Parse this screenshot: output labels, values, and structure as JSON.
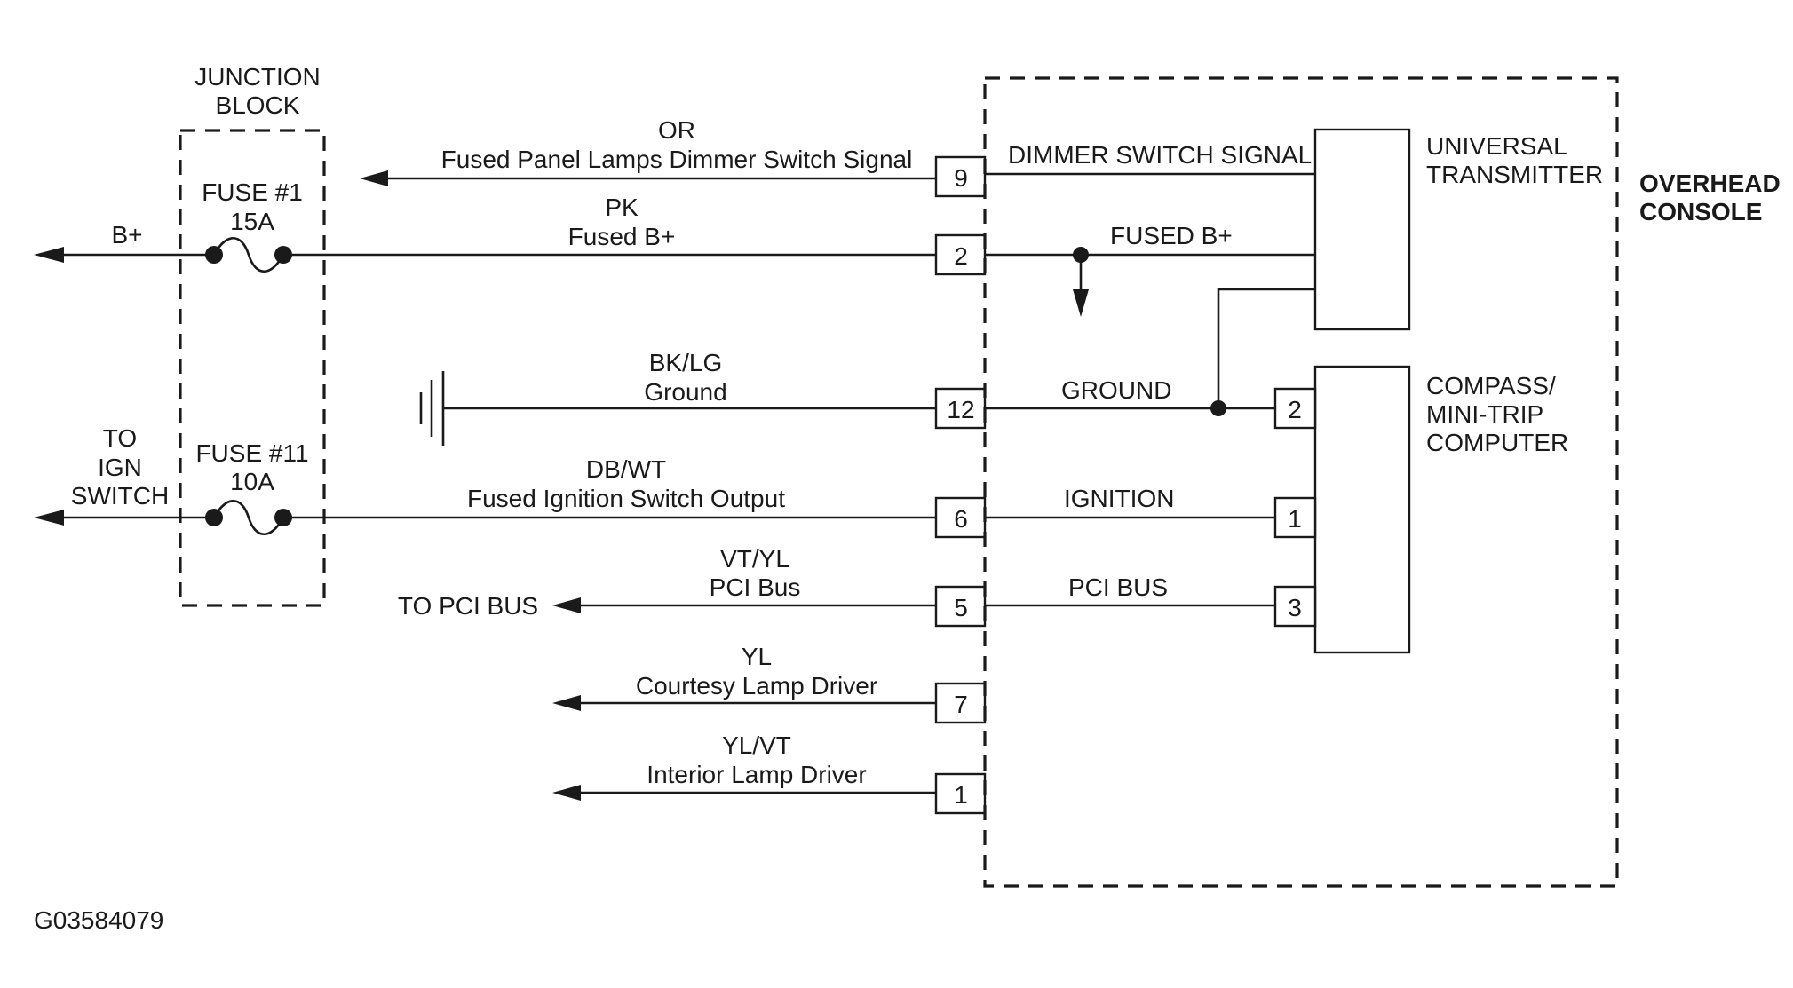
{
  "junction_block": {
    "title_line1": "JUNCTION",
    "title_line2": "BLOCK",
    "fuse1_name": "FUSE #1",
    "fuse1_rating": "15A",
    "fuse11_name": "FUSE #11",
    "fuse11_rating": "10A"
  },
  "left_labels": {
    "b_plus": "B+",
    "to_ign_line1": "TO",
    "to_ign_line2": "IGN",
    "to_ign_line3": "SWITCH",
    "to_pci_bus": "TO PCI BUS"
  },
  "circuits": [
    {
      "color": "OR",
      "description": "Fused Panel Lamps Dimmer Switch Signal",
      "pin": "9"
    },
    {
      "color": "PK",
      "description": "Fused B+",
      "pin": "2"
    },
    {
      "color": "BK/LG",
      "description": "Ground",
      "pin": "12"
    },
    {
      "color": "DB/WT",
      "description": "Fused Ignition Switch Output",
      "pin": "6"
    },
    {
      "color": "VT/YL",
      "description": "PCI Bus",
      "pin": "5"
    },
    {
      "color": "YL",
      "description": "Courtesy Lamp Driver",
      "pin": "7"
    },
    {
      "color": "YL/VT",
      "description": "Interior Lamp Driver",
      "pin": "1"
    }
  ],
  "overhead_console": {
    "title_line1": "OVERHEAD",
    "title_line2": "CONSOLE",
    "signals": {
      "dimmer": "DIMMER SWITCH SIGNAL",
      "fused_b": "FUSED B+",
      "ground": "GROUND",
      "ignition": "IGNITION",
      "pci_bus": "PCI BUS"
    },
    "universal_transmitter_line1": "UNIVERSAL",
    "universal_transmitter_line2": "TRANSMITTER",
    "compass_line1": "COMPASS/",
    "compass_line2": "MINI-TRIP",
    "compass_line3": "COMPUTER",
    "compass_pins": [
      "2",
      "1",
      "3"
    ]
  },
  "figure_id": "G03584079"
}
